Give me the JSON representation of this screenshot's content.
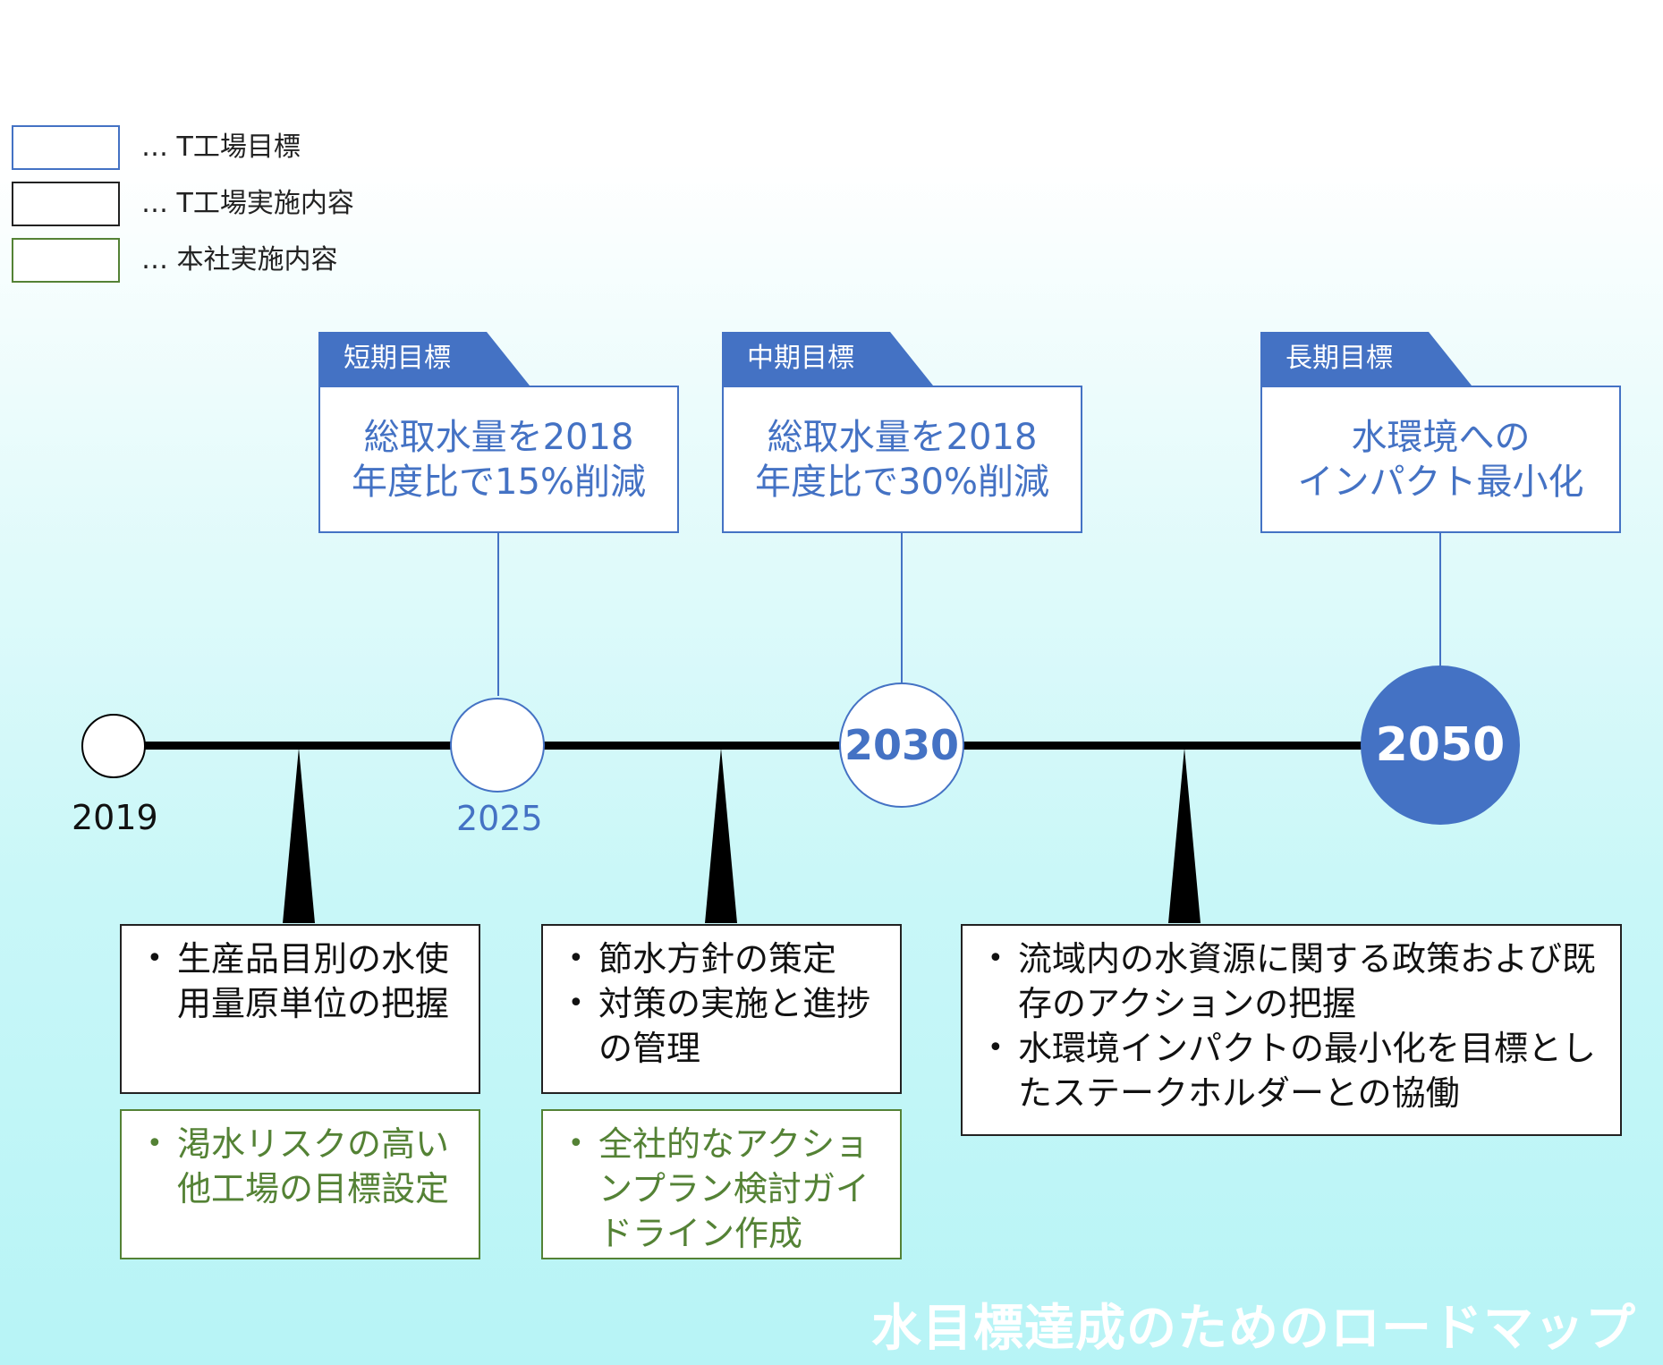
{
  "legend": [
    {
      "label": "… T工場目標",
      "color": "#4472c4"
    },
    {
      "label": "… T工場実施内容",
      "color": "#222222"
    },
    {
      "label": "… 本社実施内容",
      "color": "#548235"
    }
  ],
  "goals": {
    "short": {
      "tab": "短期目標",
      "lines": [
        "総取水量を2018",
        "年度比で15%削減"
      ]
    },
    "mid": {
      "tab": "中期目標",
      "lines": [
        "総取水量を2018",
        "年度比で30%削減"
      ]
    },
    "long": {
      "tab": "長期目標",
      "lines": [
        "水環境への",
        "インパクト最小化"
      ]
    }
  },
  "timeline": {
    "start": "2019",
    "short": "2025",
    "mid": "2030",
    "long": "2050"
  },
  "actions": {
    "phase1_factory": [
      "生産品目別の水使用量原単位の把握"
    ],
    "phase1_hq": [
      "渇水リスクの高い他工場の目標設定"
    ],
    "phase2_factory": [
      "節水方針の策定",
      "対策の実施と進捗の管理"
    ],
    "phase2_hq": [
      "全社的なアクションプラン検討ガイドライン作成"
    ],
    "phase3_factory": [
      "流域内の水資源に関する政策および既存のアクションの把握",
      "水環境インパクトの最小化を目標としたステークホルダーとの協働"
    ]
  },
  "footer": {
    "title": "水目標達成のためのロードマップ"
  },
  "colors": {
    "blue": "#4472c4",
    "green": "#548235",
    "black": "#000000"
  }
}
